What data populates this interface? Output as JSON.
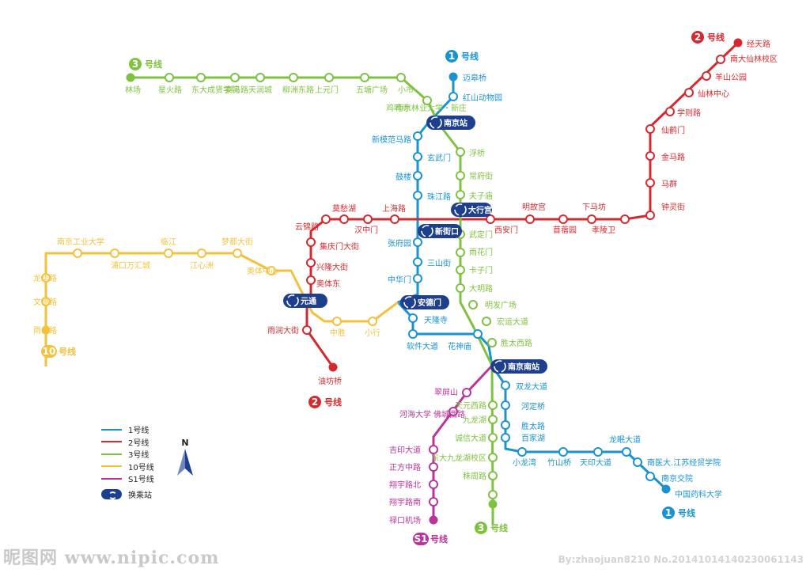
{
  "colors": {
    "line1": "#1b93cf",
    "line2": "#d42a2f",
    "line3": "#7fc241",
    "line10": "#f2c23d",
    "lineS1": "#b8359a",
    "interchange": "#1d3f8e"
  },
  "badges": {
    "line1_top": {
      "number": "1",
      "suffix": "号线"
    },
    "line1_bottom": {
      "number": "1",
      "suffix": "号线"
    },
    "line2_top": {
      "number": "2",
      "suffix": "号线"
    },
    "line2_bottom": {
      "number": "2",
      "suffix": "号线"
    },
    "line3_top": {
      "number": "3",
      "suffix": "号线"
    },
    "line3_bottom": {
      "number": "3",
      "suffix": "号线"
    },
    "line10": {
      "number": "10",
      "suffix": "号线"
    },
    "lineS1": {
      "number": "S1",
      "suffix": "号线"
    }
  },
  "interchanges": {
    "nanjing_station": "南京站",
    "daxinggong": "大行宫",
    "xinjiekou": "新街口",
    "yuantong": "元通",
    "andemen": "安德门",
    "nanjing_south": "南京南站"
  },
  "stations": {
    "line1": [
      "迈皋桥",
      "红山动物园",
      "新模范马路",
      "玄武门",
      "鼓楼",
      "珠江路",
      "张府园",
      "三山街",
      "中华门",
      "天隆寺",
      "软件大道",
      "花神庙",
      "双龙大道",
      "河定桥",
      "胜太路",
      "百家湖",
      "小龙湾",
      "竹山桥",
      "天印大道",
      "龙眠大道",
      "南医大.江苏经贸学院",
      "南京交院",
      "中国药科大学"
    ],
    "line2": [
      "经天路",
      "南大仙林校区",
      "羊山公园",
      "仙林中心",
      "学则路",
      "仙鹤门",
      "金马路",
      "马群",
      "钟灵街",
      "孝陵卫",
      "下马坊",
      "苜蓿园",
      "明故宫",
      "西安门",
      "上海路",
      "汉中门",
      "莫愁湖",
      "云锦路",
      "集庆门大街",
      "兴隆大街",
      "奥体东",
      "雨润大街",
      "油坊桥"
    ],
    "line3": [
      "林场",
      "星火路",
      "东大成贤学院",
      "泰冯路",
      "天润城",
      "柳洲东路",
      "上元门",
      "五塘广场",
      "小市",
      "南京林业大学・新庄",
      "鸡鸣寺",
      "浮桥",
      "常府街",
      "夫子庙",
      "武定门",
      "雨花门",
      "卡子门",
      "大明路",
      "明发广场",
      "宏运大道",
      "胜太西路",
      "天元西路",
      "九龙湖",
      "诚信大道",
      "东大九龙湖校区",
      "秣周路"
    ],
    "line10": [
      "南京工业大学",
      "临江",
      "梦都大街",
      "浦口万汇城",
      "江心洲",
      "奥体中心",
      "中胜",
      "小行",
      "龙华路",
      "文德路",
      "雨山路"
    ],
    "lineS1": [
      "翠屏山",
      "河海大学 佛城西路",
      "吉印大道",
      "正方中路",
      "翔宇路北",
      "翔宇路南",
      "禄口机场"
    ]
  },
  "legend": {
    "items": [
      {
        "label": "1号线",
        "color": "#1b93cf"
      },
      {
        "label": "2号线",
        "color": "#d42a2f"
      },
      {
        "label": "3号线",
        "color": "#7fc241"
      },
      {
        "label": "10号线",
        "color": "#f2c23d"
      },
      {
        "label": "S1号线",
        "color": "#b8359a"
      }
    ],
    "interchange_label": "换乘站"
  },
  "compass": {
    "north": "N"
  },
  "watermark": {
    "left": "昵图网 www.nipic.com",
    "right": "By:zhaojuan8210 No.20141014140230061143"
  }
}
